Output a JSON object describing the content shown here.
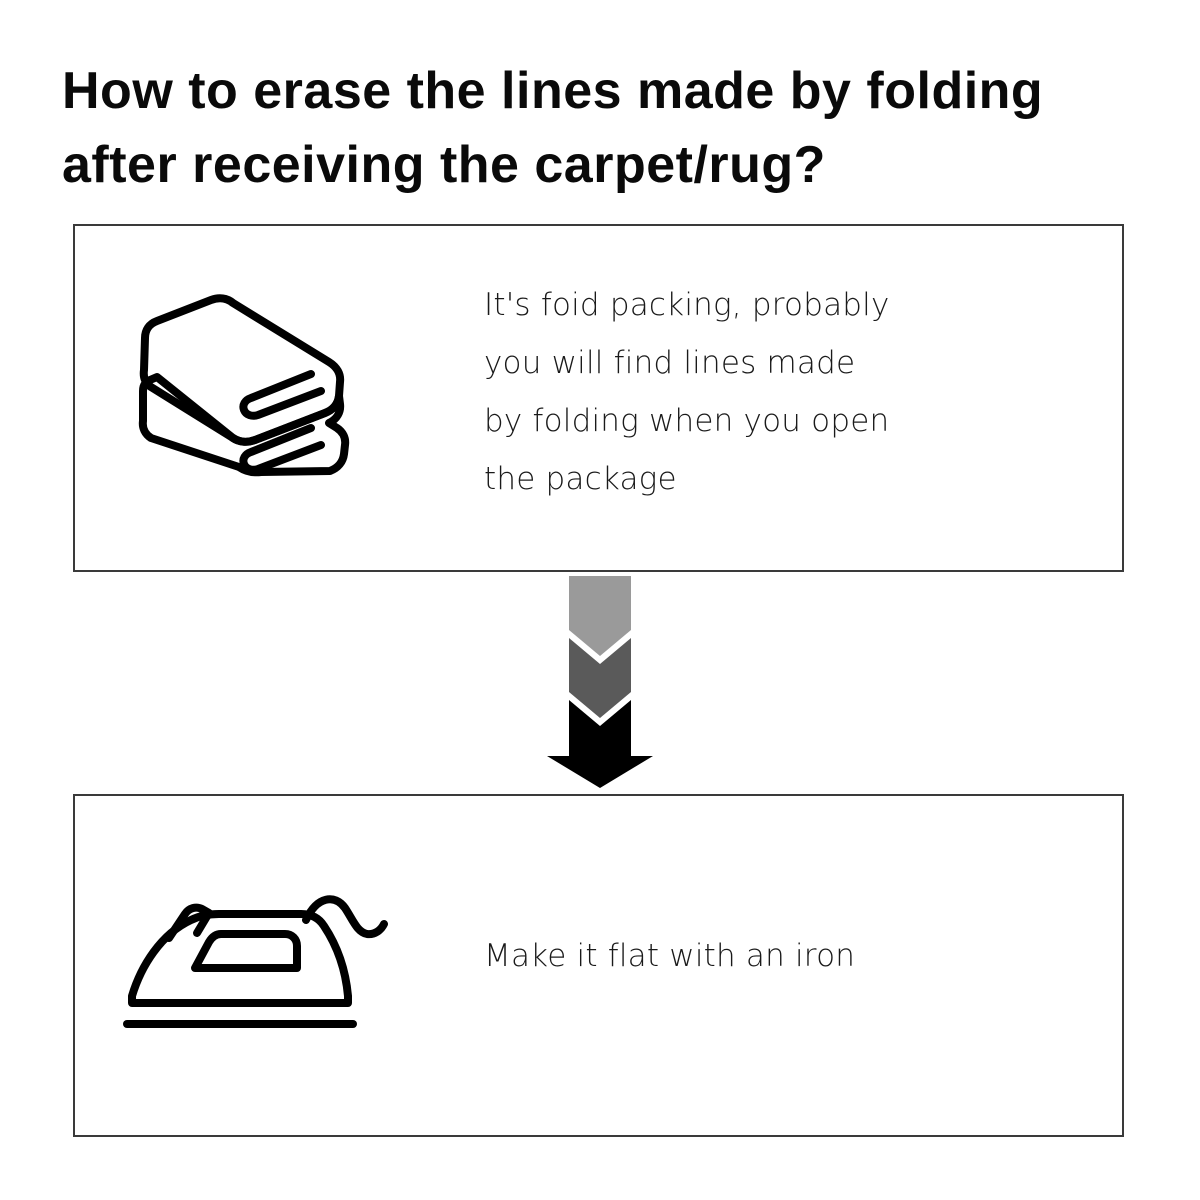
{
  "page": {
    "background_color": "#ffffff",
    "title": "How to erase the lines made by folding after receiving the carpet/rug?"
  },
  "heading": {
    "text": "How to erase the lines made by folding\nafter receiving the carpet/rug?",
    "color": "#0a0a0a"
  },
  "steps": [
    {
      "id": "step-1",
      "icon": "folded-towels-icon",
      "text": "It's foid packing, probably\nyou will find lines made\nby folding when you open\nthe package",
      "border_color": "#3a3a3a",
      "text_color": "#1a1a1a"
    },
    {
      "id": "step-2",
      "icon": "clothes-iron-icon",
      "text": "Make it flat with an iron",
      "border_color": "#3a3a3a",
      "text_color": "#1a1a1a"
    }
  ],
  "arrow": {
    "name": "downward-flow-arrow",
    "chevron_light_color": "#9a9a9a",
    "chevron_dark_color": "#5a5a5a",
    "arrow_color": "#000000"
  },
  "icon_stroke_color": "#000000"
}
